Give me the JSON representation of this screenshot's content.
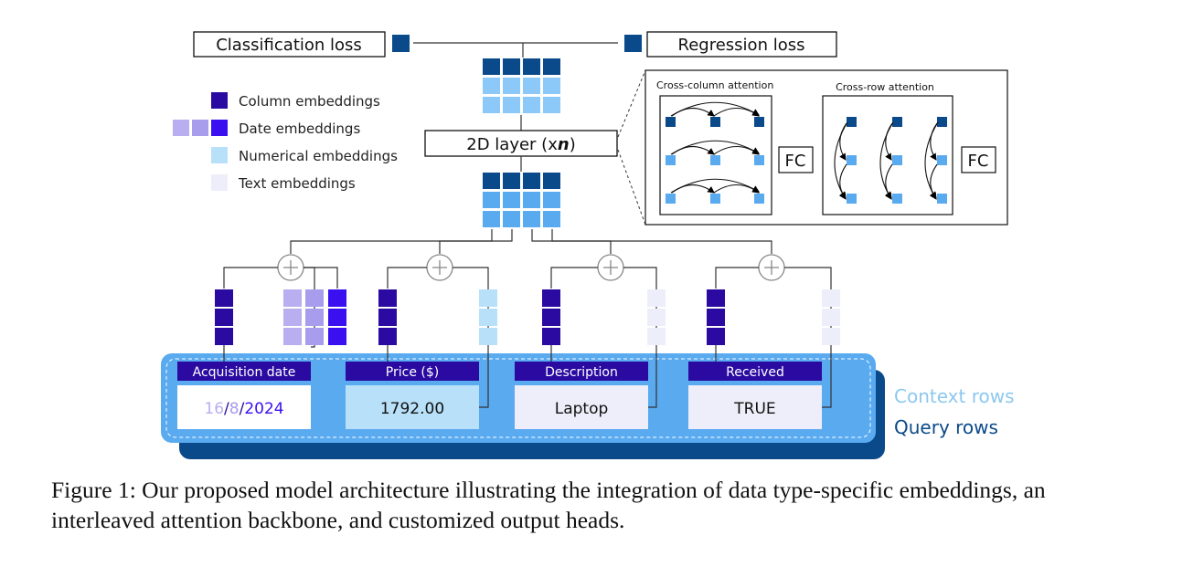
{
  "outputs": {
    "classification_loss": "Classification loss",
    "regression_loss": "Regression loss"
  },
  "backbone": {
    "layer_prefix": "2D layer (x",
    "layer_n": "n",
    "layer_suffix": ")",
    "fc_label": "FC"
  },
  "attention": {
    "cross_column": "Cross-column attention",
    "cross_row": "Cross-row attention"
  },
  "legend": [
    {
      "label": "Column embeddings"
    },
    {
      "label": "Date embeddings"
    },
    {
      "label": "Numerical embeddings"
    },
    {
      "label": "Text embeddings"
    }
  ],
  "columns": [
    {
      "header": "Acquisition date",
      "value_day": "16",
      "value_sep1": "/",
      "value_month": "8",
      "value_sep2": "/",
      "value_year": "2024"
    },
    {
      "header": "Price ($)",
      "value": "1792.00"
    },
    {
      "header": "Description",
      "value": "Laptop"
    },
    {
      "header": "Received",
      "value": "TRUE"
    }
  ],
  "rows": {
    "context": "Context rows",
    "query": "Query rows"
  },
  "caption": "Figure 1: Our proposed model architecture illustrating the integration of data type-specific embeddings, an interleaved attention backbone, and customized output heads.",
  "colors": {
    "column_emb": "#2a0aa0",
    "date_light": "#b8aef0",
    "date_mid": "#a89cec",
    "date_dark": "#3a10f0",
    "num_emb": "#b8e0f8",
    "text_emb": "#eeeefa",
    "navy": "#0b4a8a",
    "blue_mid": "#5aaaf0",
    "blue_light": "#8cc8f8",
    "header": "#2a0aa0",
    "context_text": "#8cc8f0",
    "query_text": "#0b4a8a"
  }
}
